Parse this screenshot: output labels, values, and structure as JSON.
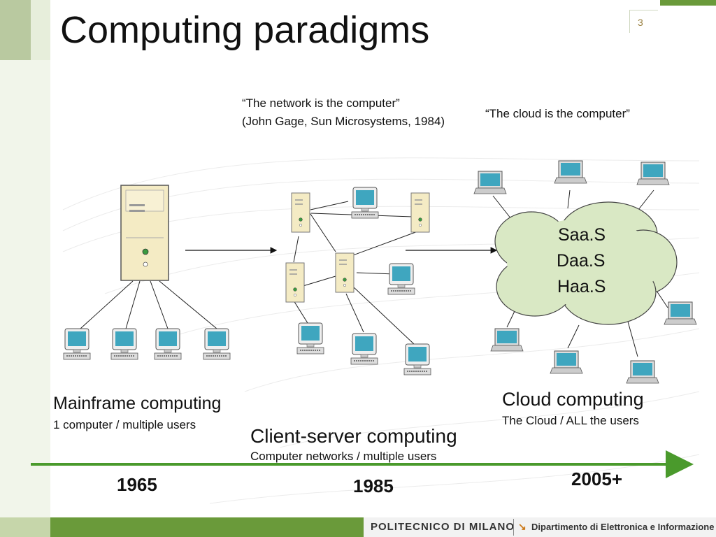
{
  "slide": {
    "title": "Computing paradigms",
    "page_number": "3"
  },
  "quotes": {
    "network_line1": "“The network is the computer”",
    "network_line2": "(John Gage, Sun Microsystems, 1984)",
    "cloud": "“The cloud is the computer”"
  },
  "cloud": {
    "services": [
      "Saa.S",
      "Daa.S",
      "Haa.S"
    ]
  },
  "paradigms": [
    {
      "name": "Mainframe computing",
      "description": "1 computer / multiple users",
      "year": "1965"
    },
    {
      "name": "Client-server computing",
      "description": "Computer networks / multiple users",
      "year": "1985"
    },
    {
      "name": "Cloud computing",
      "description": "The Cloud / ALL the users",
      "year": "2005+"
    }
  ],
  "footer": {
    "institution": "POLITECNICO DI MILANO",
    "department": "Dipartimento di Elettronica e Informazione"
  },
  "colors": {
    "accent_green": "#4a9a2c",
    "strip_green": "#dfe8cf",
    "cloud_fill": "#d9e8c4",
    "monitor_screen": "#3fa6bf",
    "tower_fill": "#f4ebc4",
    "footer_green": "#6a9a3a"
  }
}
